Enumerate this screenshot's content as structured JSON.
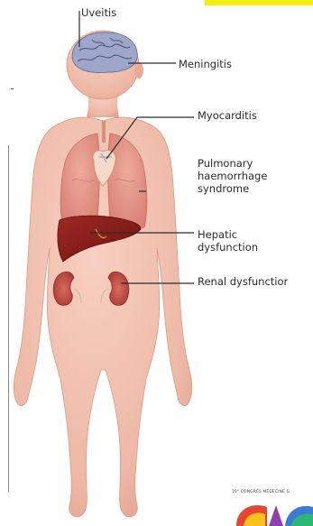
{
  "labels": {
    "uveitis": "Uveitis",
    "meningitis": "Meningitis",
    "myocarditis": "Myocarditis",
    "pulmonary_line1": "Pulmonary",
    "pulmonary_line2": "haemorrhage",
    "pulmonary_line3": "syndrome",
    "hepatic_line1": "Hepatic",
    "hepatic_line2": "dysfunction",
    "renal": "Renal dysfunctior"
  },
  "logo_text": "10° CONGRÈS MÉDECINE G",
  "colors": {
    "skin": "#f0bfae",
    "skin_shadow": "#e0a08d",
    "lungs": "#e79a8e",
    "liver": "#8e1d1a",
    "kidney": "#c4524a",
    "brain": "#9ea7c9",
    "heart": "#f6d9c8",
    "accent_yellow": "#f3ee14",
    "leader_line": "#2b2b2b"
  }
}
